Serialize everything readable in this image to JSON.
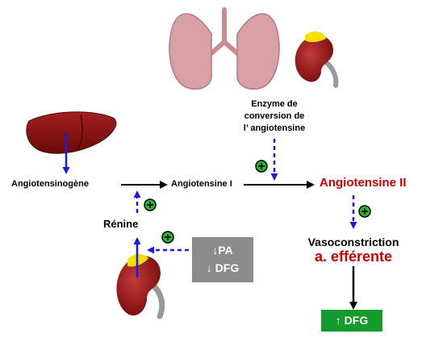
{
  "labels": {
    "angiotensinogene": "Angiotensinogène",
    "angiotensine1": "Angiotensine I",
    "angiotensine2": "Angiotensine II",
    "renine": "Rénine",
    "enzyme_line1": "Enzyme de",
    "enzyme_line2": "conversion de",
    "enzyme_line3": "l’ angiotensine",
    "vasoconstriction": "Vasoconstriction",
    "arteriole": "a. efférente"
  },
  "stimulus_box": {
    "line1": "↓PA",
    "line2": "↓ DFG"
  },
  "result_box": {
    "label": "↑ DFG"
  },
  "colors": {
    "accent_red": "#cc0000",
    "arrow_blue": "#1a1ae6",
    "plus_green": "#22bb22",
    "stimulus_gray": "#8c8c8c",
    "result_green": "#159a2c",
    "organ_red": "#8b1010",
    "lung_pink": "#d9a0a4"
  },
  "icons": [
    "liver-icon",
    "lungs-icon",
    "kidney-icon",
    "plus-badge-icon"
  ]
}
